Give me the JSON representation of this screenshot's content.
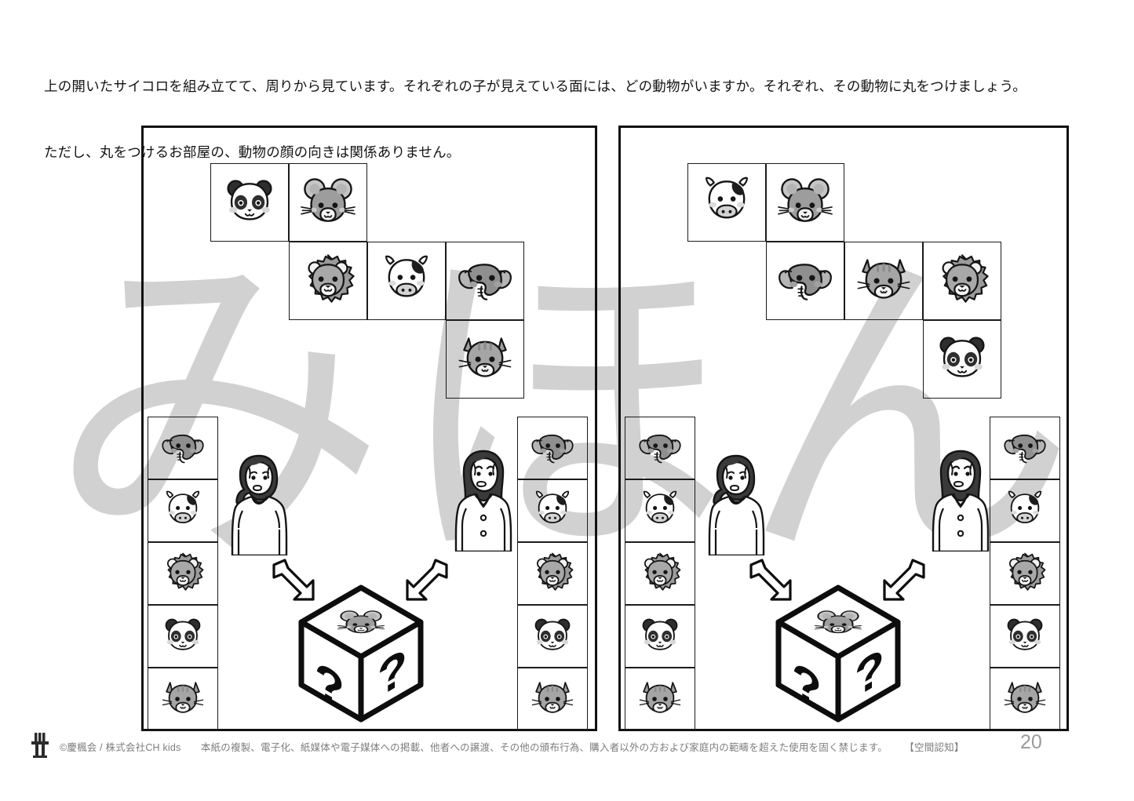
{
  "instructions": {
    "line1": "上の開いたサイコロを組み立てて、周りから見ています。それぞれの子が見えている面には、どの動物がいますか。それぞれ、その動物に丸をつけましょう。",
    "line2": "ただし、丸をつけるお部屋の、動物の顔の向きは関係ありません。"
  },
  "watermark": {
    "text": "みほん"
  },
  "colors": {
    "ink": "#1a1a1a",
    "border": "#111111",
    "watermark": "#c9c9c9",
    "footer_text": "#7d7d7d",
    "page_number": "#9a9a9a"
  },
  "panels": [
    {
      "id": "left",
      "name": "problem-panel-1",
      "net": {
        "name": "dice-net-1",
        "cells": [
          {
            "row": 0,
            "col": 0,
            "animal": "panda"
          },
          {
            "row": 0,
            "col": 1,
            "animal": "mouse"
          },
          {
            "row": 1,
            "col": 1,
            "animal": "lion"
          },
          {
            "row": 1,
            "col": 2,
            "animal": "cow"
          },
          {
            "row": 1,
            "col": 3,
            "animal": "elephant"
          },
          {
            "row": 2,
            "col": 3,
            "animal": "cat"
          }
        ]
      },
      "cube": {
        "top_face": "mouse",
        "left_face": "?",
        "right_face": "?"
      },
      "children": [
        {
          "position": "left",
          "hair": "bob"
        },
        {
          "position": "right",
          "hair": "long"
        }
      ],
      "answer_columns": [
        {
          "side": "left",
          "name": "answer-column-left-1",
          "options": [
            "elephant",
            "cow",
            "lion",
            "panda",
            "cat"
          ]
        },
        {
          "side": "right",
          "name": "answer-column-right-1",
          "options": [
            "elephant",
            "cow",
            "lion",
            "panda",
            "cat"
          ]
        }
      ]
    },
    {
      "id": "right",
      "name": "problem-panel-2",
      "net": {
        "name": "dice-net-2",
        "cells": [
          {
            "row": 0,
            "col": 0,
            "animal": "cow"
          },
          {
            "row": 0,
            "col": 1,
            "animal": "mouse"
          },
          {
            "row": 1,
            "col": 1,
            "animal": "elephant"
          },
          {
            "row": 1,
            "col": 2,
            "animal": "cat"
          },
          {
            "row": 1,
            "col": 3,
            "animal": "lion"
          },
          {
            "row": 2,
            "col": 3,
            "animal": "panda"
          }
        ]
      },
      "cube": {
        "top_face": "mouse",
        "left_face": "?",
        "right_face": "?"
      },
      "children": [
        {
          "position": "left",
          "hair": "bob"
        },
        {
          "position": "right",
          "hair": "long"
        }
      ],
      "answer_columns": [
        {
          "side": "left",
          "name": "answer-column-left-2",
          "options": [
            "elephant",
            "cow",
            "lion",
            "panda",
            "cat"
          ]
        },
        {
          "side": "right",
          "name": "answer-column-right-2",
          "options": [
            "elephant",
            "cow",
            "lion",
            "panda",
            "cat"
          ]
        }
      ]
    }
  ],
  "cube_face_unknown_label": "?",
  "footer": {
    "copyright": "©慶楓会 / 株式会社CH kids",
    "notice": "本紙の複製、電子化、紙媒体や電子媒体への掲載、他者への譲渡、その他の頒布行為、購入者以外の方および家庭内の範疇を超えた使用を固く禁じます。",
    "category": "【空間認知】",
    "page_number": "20"
  }
}
